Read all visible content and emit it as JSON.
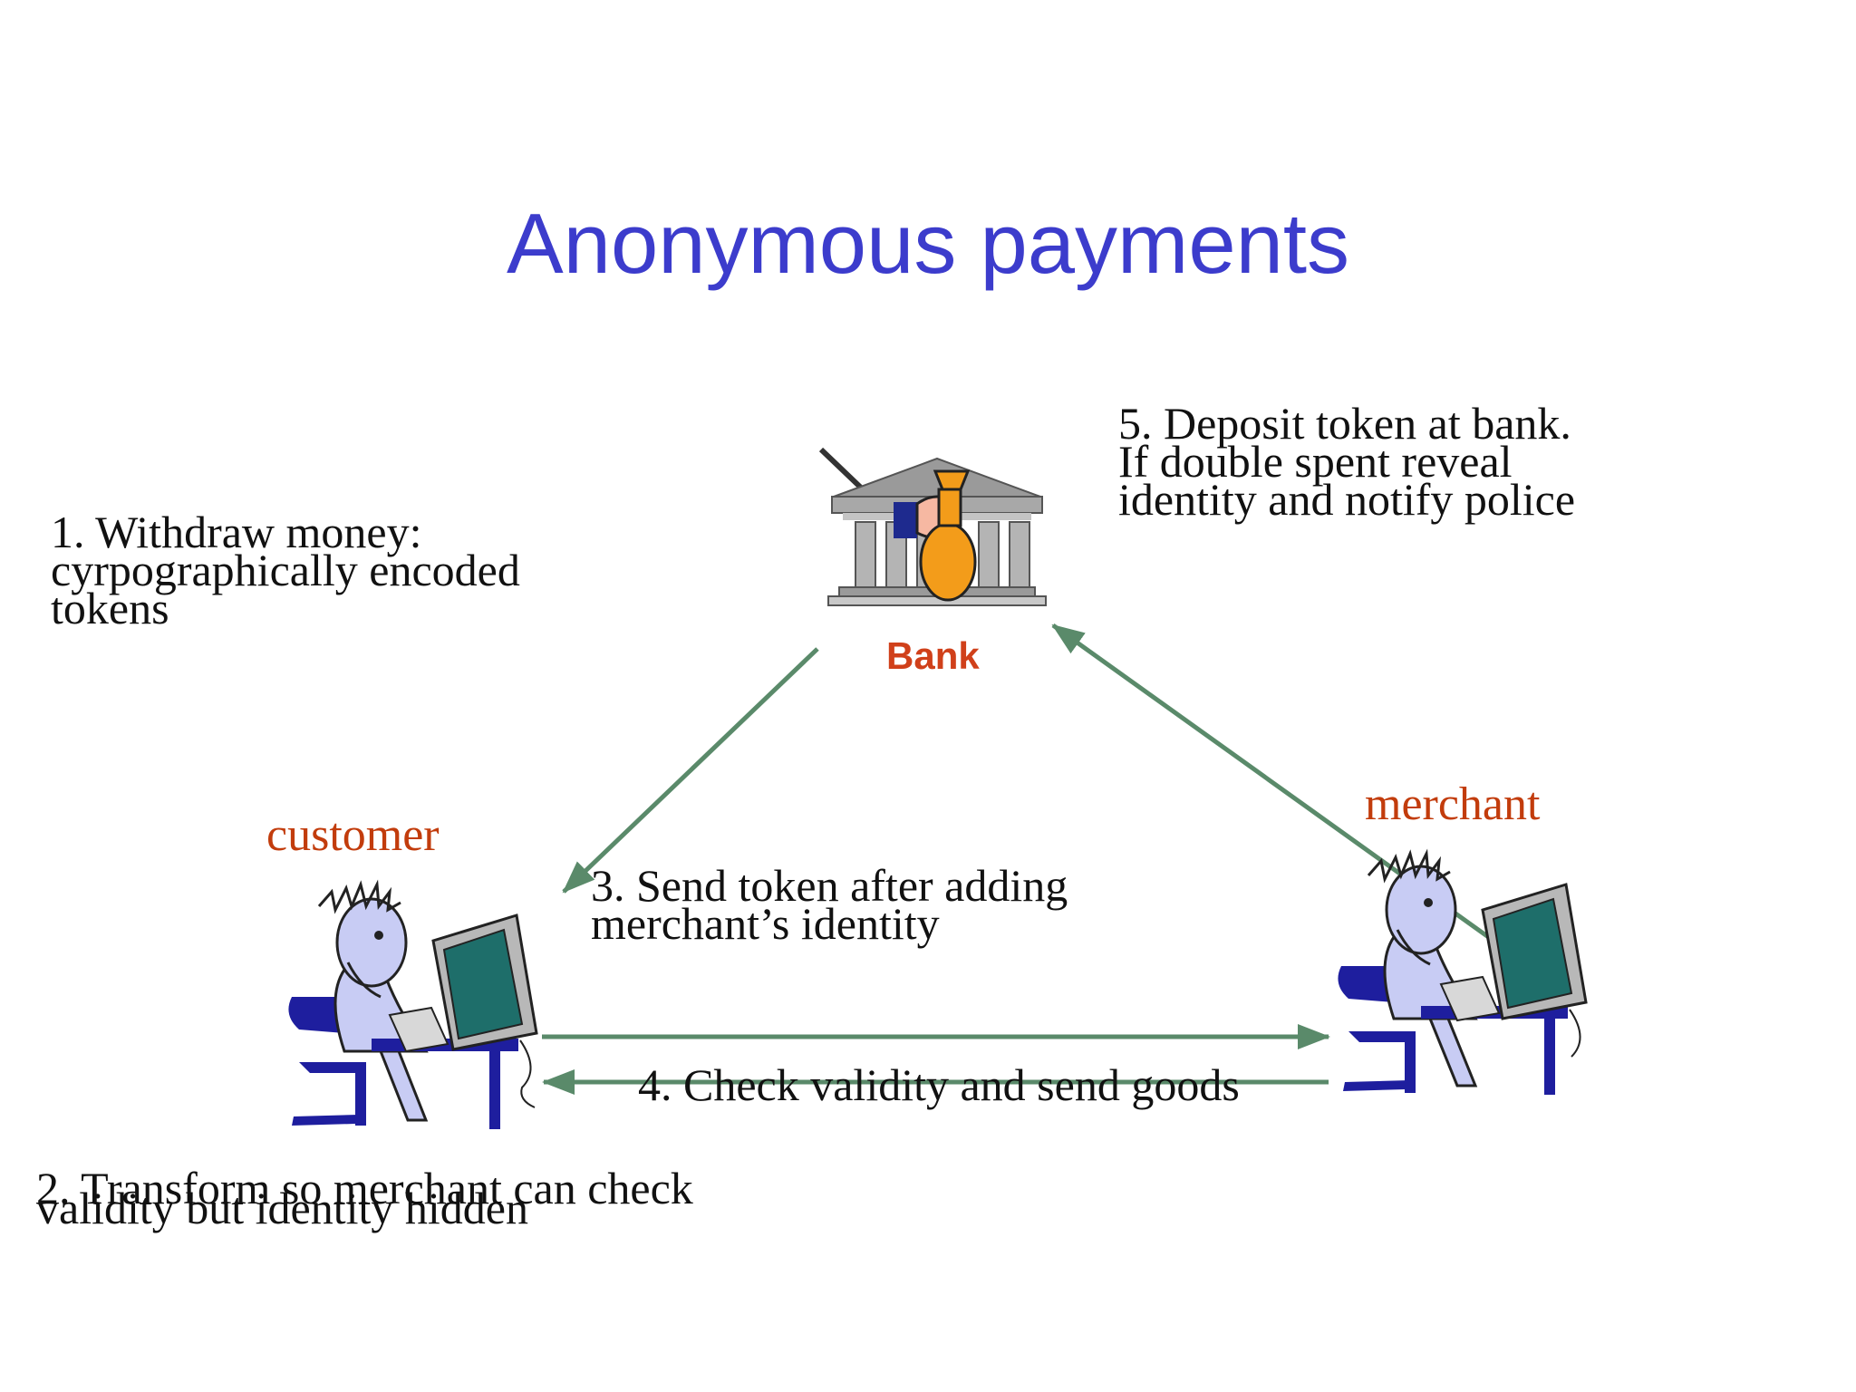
{
  "title": "Anonymous payments",
  "bank": {
    "label": "Bank"
  },
  "roles": {
    "customer": "customer",
    "merchant": "merchant"
  },
  "steps": {
    "withdraw": [
      "1. Withdraw money:",
      "cyrpographically encoded",
      "tokens"
    ],
    "transform": [
      "2. Transform so merchant can check",
      "validity but identity hidden"
    ],
    "send": [
      "3. Send token after adding",
      "merchant’s identity"
    ],
    "check": [
      "4. Check validity and send goods"
    ],
    "deposit": [
      "5. Deposit token at bank.",
      "If double spent reveal",
      "identity and notify police"
    ]
  },
  "colors": {
    "title": "#3c3ccc",
    "arrow": "#5a8a6a",
    "role_label": "#c23c0c",
    "person": "#c8ccf4",
    "chair": "#1e1e9e",
    "monitor": "#b8b8b8",
    "screen": "#1e6e6a",
    "money_bag": "#f39c1a"
  }
}
